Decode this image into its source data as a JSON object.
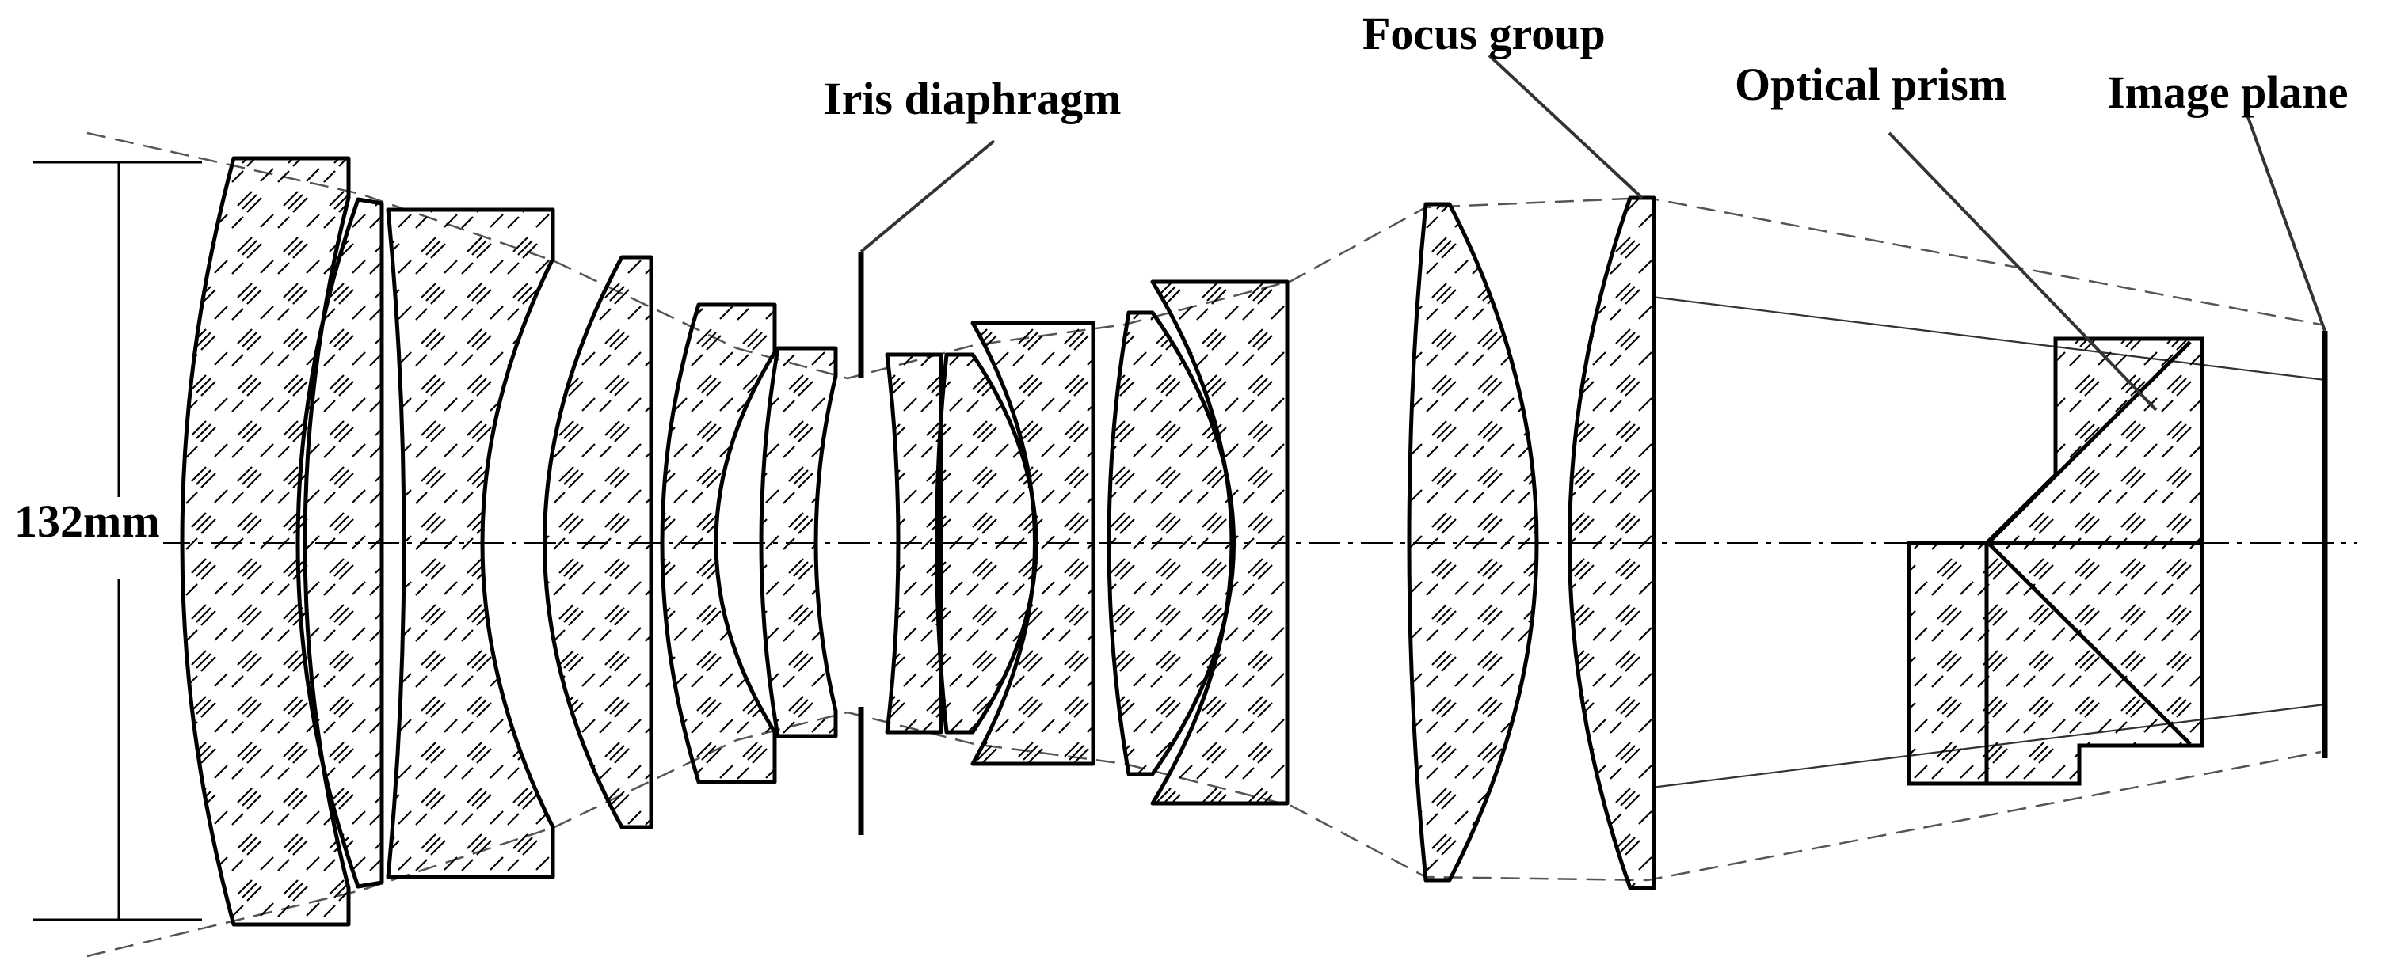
{
  "labels": {
    "focus_group": "Focus group",
    "iris_diaphragm": "Iris diaphragm",
    "optical_prism": "Optical prism",
    "image_plane": "Image plane",
    "aperture_dimension": "132mm"
  },
  "colors": {
    "line": "#000000",
    "hatch": "#000000",
    "background": "#ffffff"
  }
}
